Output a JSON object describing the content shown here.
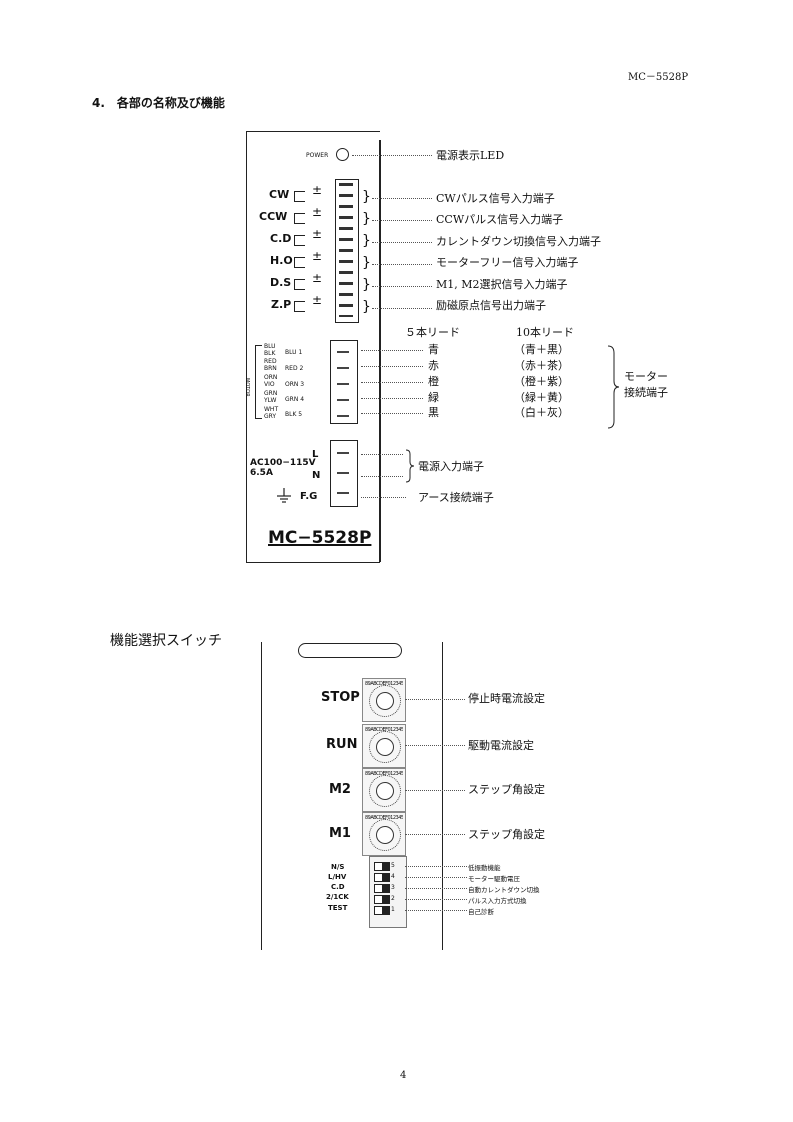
{
  "header": {
    "doc_id": "MC－5528P"
  },
  "section": {
    "title": "4.　各部の名称及び機能"
  },
  "front_panel": {
    "power_label": "POWER",
    "terminals": [
      {
        "name": "CW",
        "sign": "±"
      },
      {
        "name": "CCW",
        "sign": "±"
      },
      {
        "name": "C.D",
        "sign": "±"
      },
      {
        "name": "H.O",
        "sign": "±"
      },
      {
        "name": "D.S",
        "sign": "±"
      },
      {
        "name": "Z.P",
        "sign": "±"
      }
    ],
    "motor_tag": "MOTOR",
    "motor_pins": [
      {
        "code": "BLU 1",
        "pair": "BLU\nBLK"
      },
      {
        "code": "RED 2",
        "pair": "RED\nBRN"
      },
      {
        "code": "ORN 3",
        "pair": "ORN\nVIO"
      },
      {
        "code": "GRN 4",
        "pair": "GRN\nYLW"
      },
      {
        "code": "BLK 5",
        "pair": "WHT\nGRY"
      }
    ],
    "power_spec_line1": "AC100−115V",
    "power_spec_line2": "6.5A",
    "power_pins": [
      "L",
      "N",
      "F.G"
    ],
    "model": "MC−5528P"
  },
  "callouts": {
    "power_led": "電源表示LED",
    "signals": [
      "CWパルス信号入力端子",
      "CCWパルス信号入力端子",
      "カレントダウン切換信号入力端子",
      "モーターフリー信号入力端子",
      "M1, M2選択信号入力端子",
      "励磁原点信号出力端子"
    ],
    "lead5_header": "５本リード",
    "lead10_header": "10本リード",
    "lead5": [
      "青",
      "赤",
      "橙",
      "緑",
      "黒"
    ],
    "lead10": [
      "（青＋黒）",
      "（赤＋茶）",
      "（橙＋紫）",
      "（緑＋黄）",
      "（白＋灰）"
    ],
    "motor_label_1": "モーター",
    "motor_label_2": "接続端子",
    "power_input": "電源入力端子",
    "earth": "アース接続端子"
  },
  "switch_section": {
    "title": "機能選択スイッチ",
    "rotary": [
      {
        "label": "STOP",
        "desc": "停止時電流設定"
      },
      {
        "label": "RUN",
        "desc": "駆動電流設定"
      },
      {
        "label": "M2",
        "desc": "ステップ角設定"
      },
      {
        "label": "M1",
        "desc": "ステップ角設定"
      }
    ],
    "dip": [
      {
        "label": "N/S",
        "num": "5",
        "desc": "低振動機能"
      },
      {
        "label": "L/HV",
        "num": "4",
        "desc": "モーター駆動電圧"
      },
      {
        "label": "C.D",
        "num": "3",
        "desc": "自動カレントダウン切換"
      },
      {
        "label": "2/1CK",
        "num": "2",
        "desc": "パルス入力方式切換"
      },
      {
        "label": "TEST",
        "num": "1",
        "desc": "自己診断"
      }
    ],
    "dial_text": "89ABCDEF01234567"
  },
  "footer": {
    "page_number": "4"
  }
}
